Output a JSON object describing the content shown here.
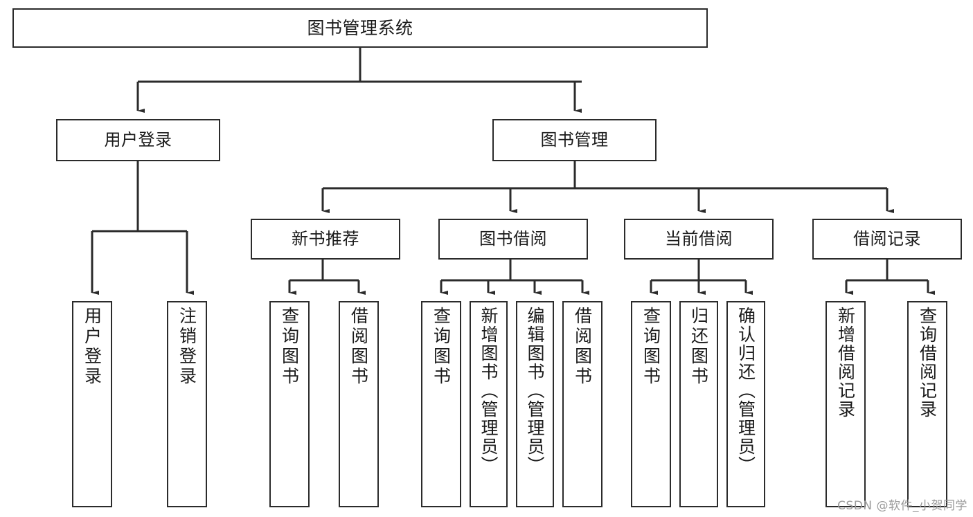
{
  "diagram": {
    "title": "图书管理系统",
    "type": "org-tree",
    "root": {
      "label": "图书管理系统"
    },
    "level2": [
      {
        "label": "用户登录"
      },
      {
        "label": "图书管理"
      }
    ],
    "level3": [
      {
        "label": "新书推荐"
      },
      {
        "label": "图书借阅"
      },
      {
        "label": "当前借阅"
      },
      {
        "label": "借阅记录"
      }
    ],
    "leaves": {
      "user_login": [
        {
          "label": "用户登录"
        },
        {
          "label": "注销登录"
        }
      ],
      "new_book": [
        {
          "label": "查询图书"
        },
        {
          "label": "借阅图书"
        }
      ],
      "borrow": [
        {
          "label": "查询图书"
        },
        {
          "label": "新增图书（管理员）"
        },
        {
          "label": "编辑图书（管理员）"
        },
        {
          "label": "借阅图书"
        }
      ],
      "current": [
        {
          "label": "查询图书"
        },
        {
          "label": "归还图书"
        },
        {
          "label": "确认归还（管理员）"
        }
      ],
      "records": [
        {
          "label": "新增借阅记录"
        },
        {
          "label": "查询借阅记录"
        }
      ]
    }
  },
  "watermark": "CSDN @软件_小贺同学",
  "colors": {
    "stroke": "#2b2b2b",
    "text": "#1a1a1a",
    "background": "#ffffff",
    "watermark": "#9a9a9a"
  }
}
